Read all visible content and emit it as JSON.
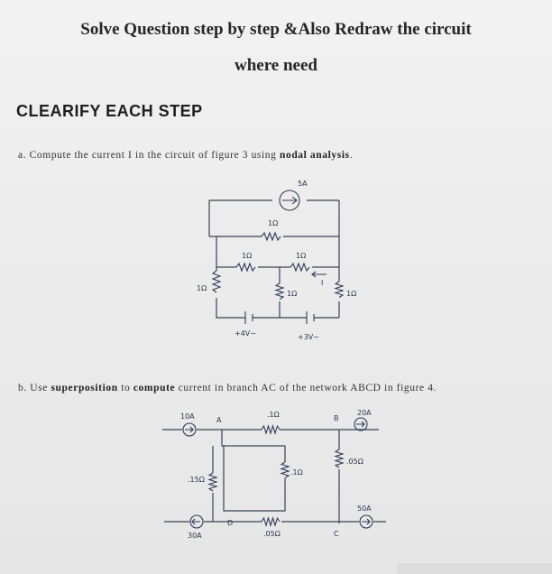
{
  "header": {
    "line1": "Solve Question step by step &Also Redraw the circuit",
    "line2": "where need",
    "instruction": "CLEARIFY EACH STEP"
  },
  "question_a": {
    "prefix": "a. Compute the current I in the circuit of figure 3 using ",
    "bold": "nodal analysis",
    "suffix": "."
  },
  "question_b": {
    "prefix": "b. Use ",
    "bold1": "superposition",
    "mid1": " to ",
    "bold2": "compute",
    "suffix": " current in branch AC of the network ABCD in figure 4."
  },
  "figure3": {
    "source_label": "5A",
    "r_top": "1Ω",
    "r_mid_left": "1Ω",
    "r_mid_right": "1Ω",
    "r_left": "1Ω",
    "r_center": "1Ω",
    "r_right": "1Ω",
    "current_label": "I",
    "battery_left": "+4V−",
    "battery_right": "+3V−"
  },
  "figure4": {
    "src_top_left": "10A",
    "src_top_right": "20A",
    "src_bottom_left": "30A",
    "src_bottom_right": "50A",
    "node_a": "A",
    "node_b": "B",
    "node_c": "C",
    "node_d": "D",
    "r_ab": ".1Ω",
    "r_bc": ".05Ω",
    "r_ac": ".1Ω",
    "r_ad": ".15Ω",
    "r_dc": ".05Ω"
  }
}
